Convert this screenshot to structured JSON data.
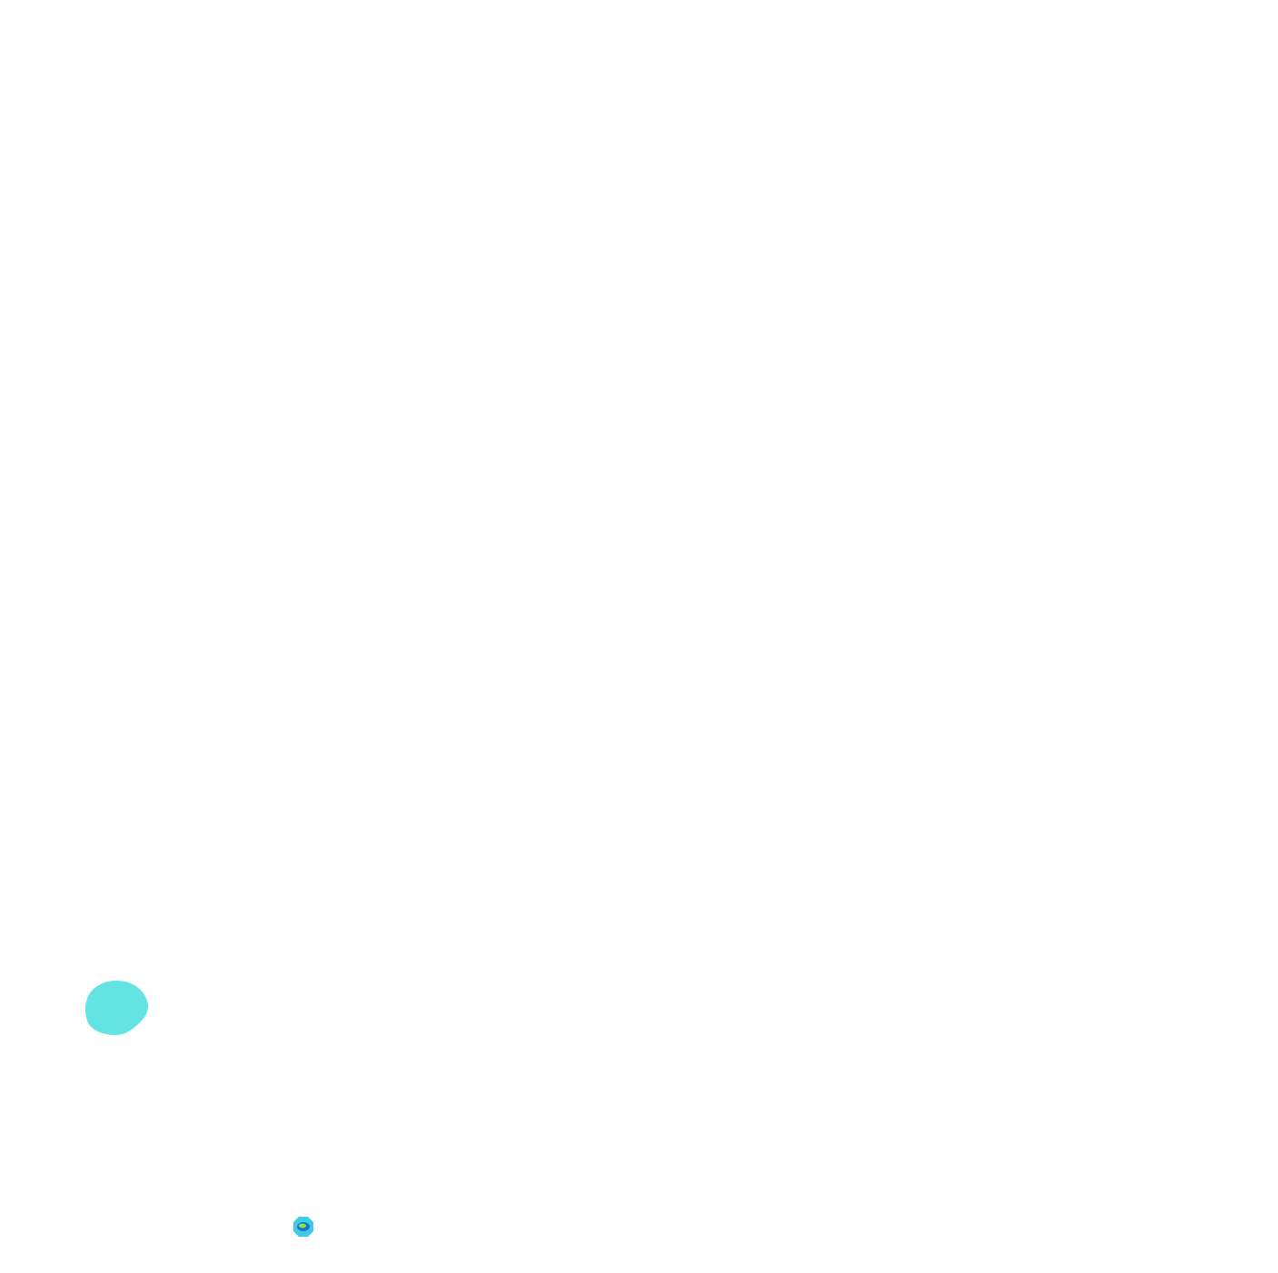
{
  "colors": {
    "background": "#ffffff",
    "large_blob": "#63e4e3",
    "small_marker_outer": "#3ecbe8",
    "small_marker_ring": "#1e73d2",
    "small_marker_core": "#8ee62d"
  },
  "shapes": [
    {
      "kind": "blob",
      "name": "large-cyan-blob"
    },
    {
      "kind": "marker",
      "name": "small-contour-marker"
    }
  ]
}
